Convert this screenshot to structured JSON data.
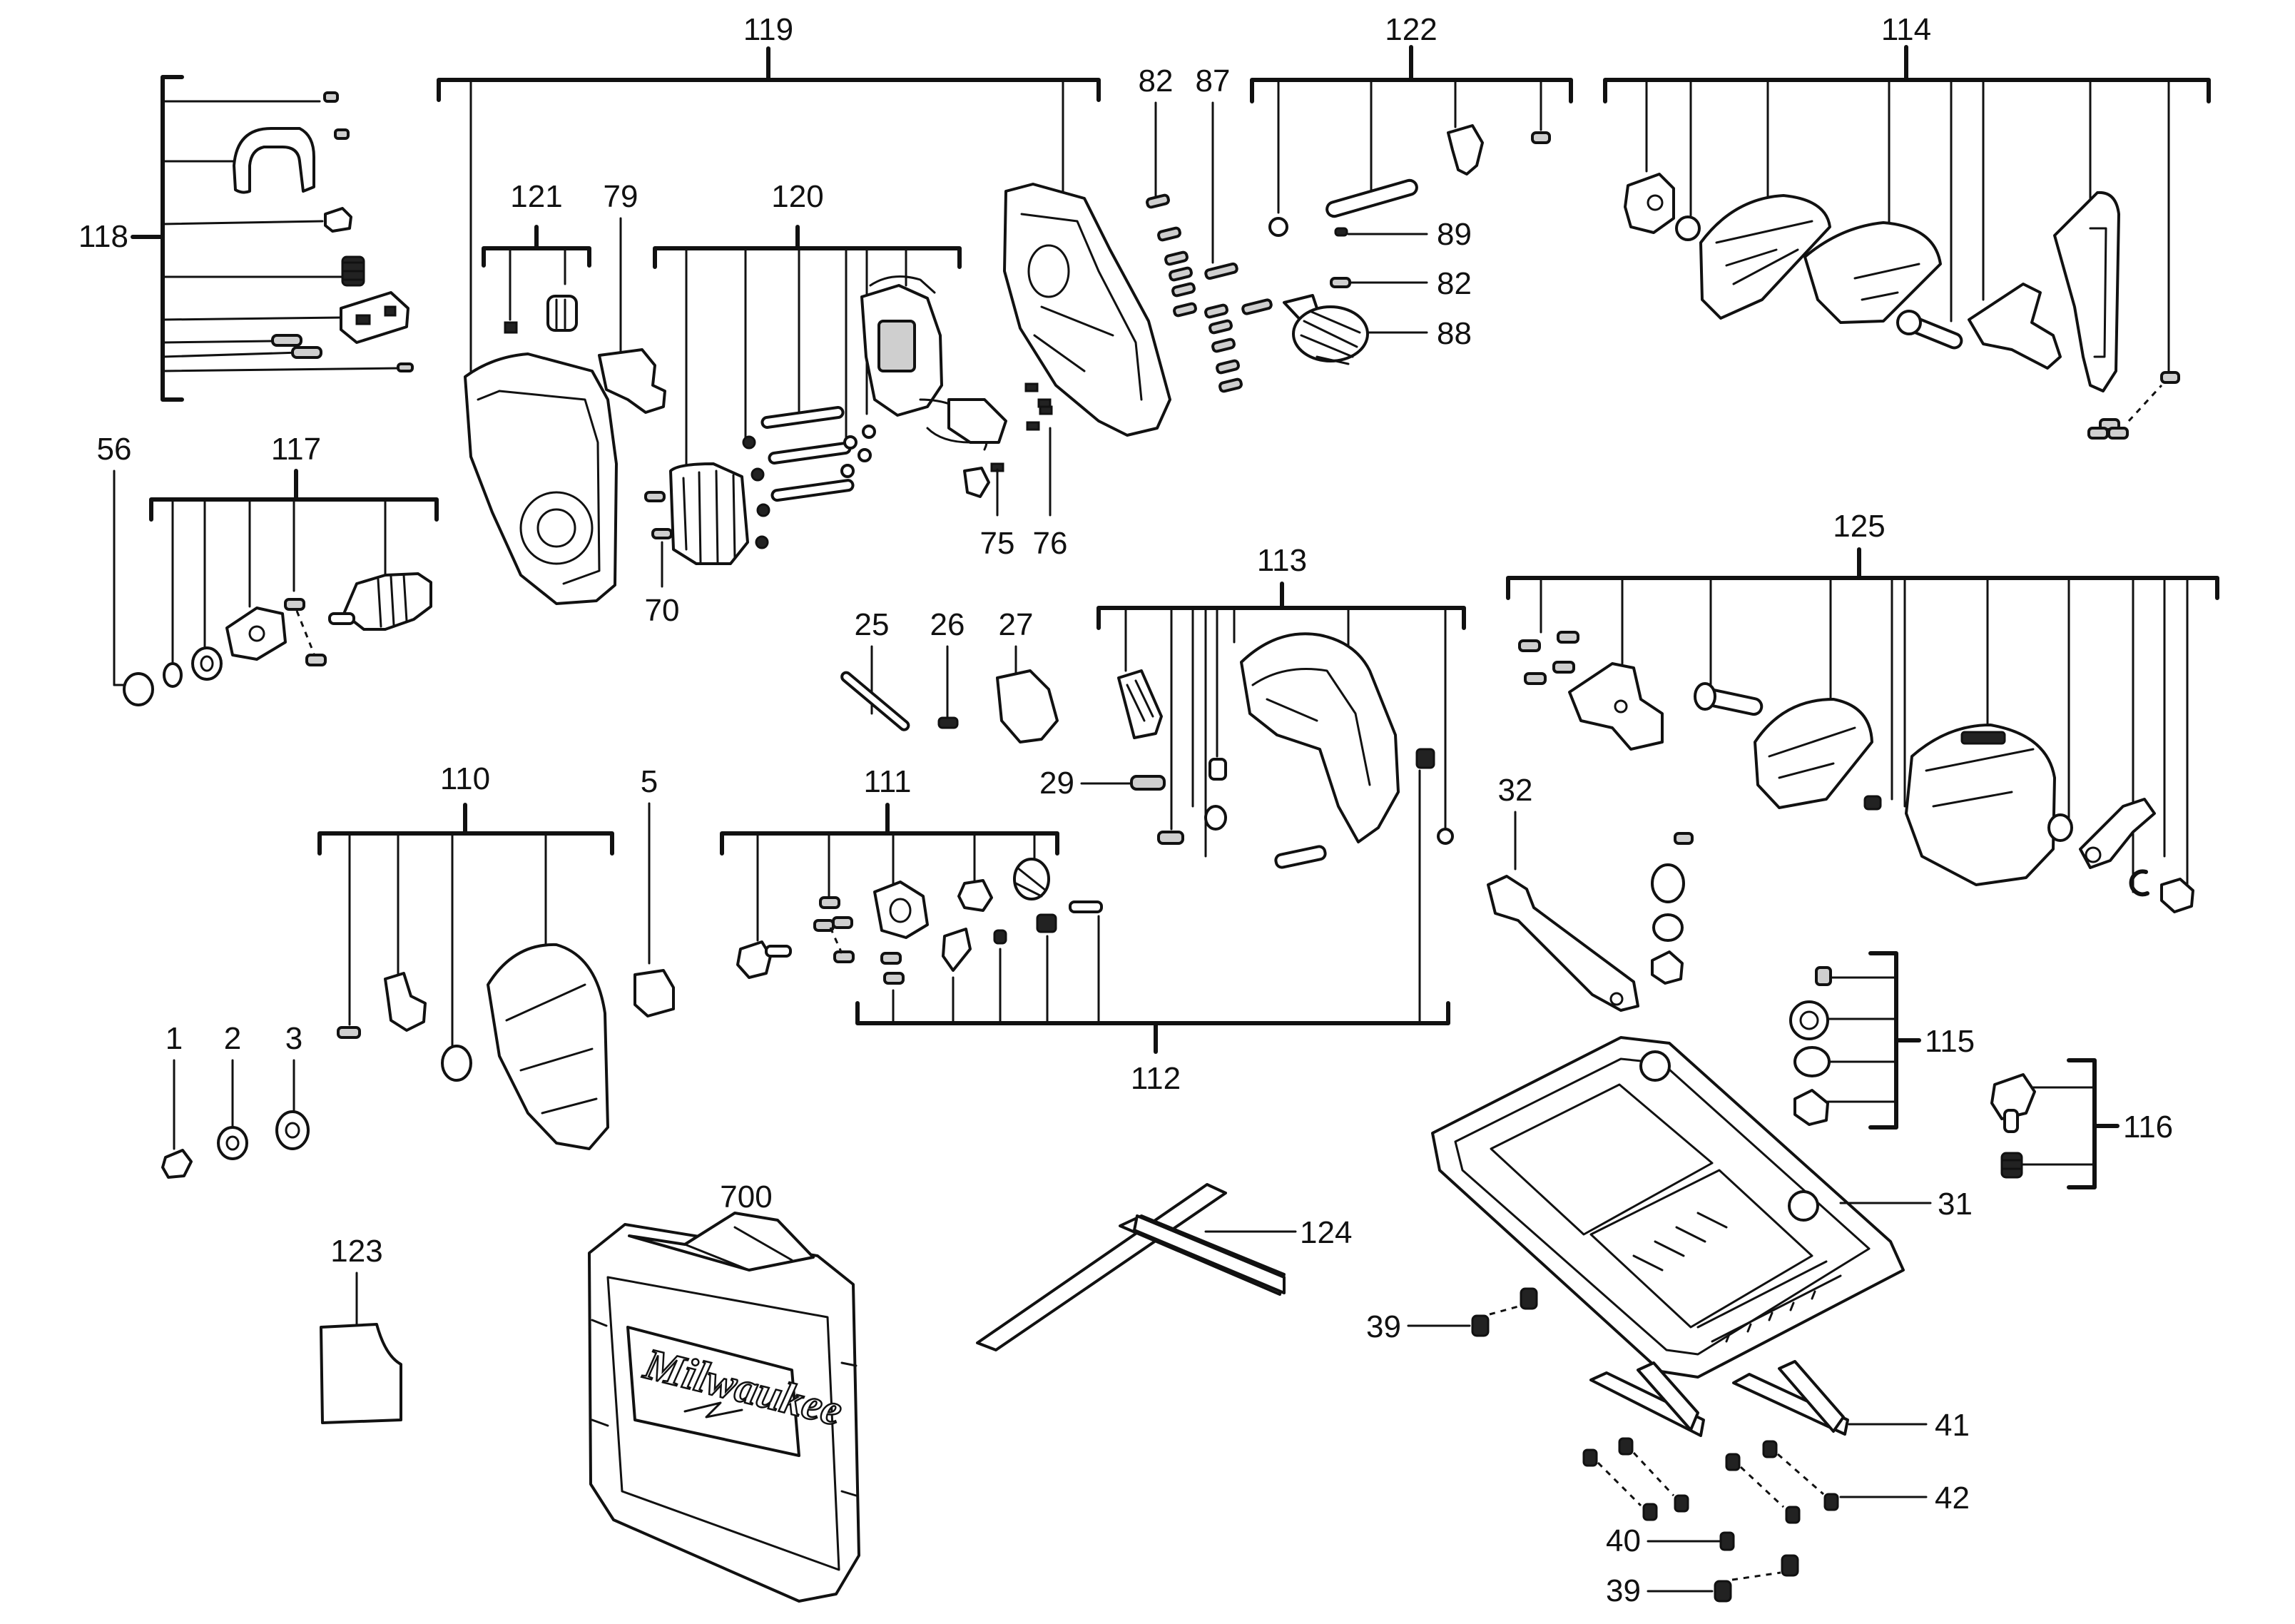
{
  "labels": {
    "l119": "119",
    "l122": "122",
    "l114": "114",
    "l118": "118",
    "l121": "121",
    "l79": "79",
    "l120": "120",
    "l82a": "82",
    "l87": "87",
    "l89": "89",
    "l82b": "82",
    "l88": "88",
    "l56": "56",
    "l117": "117",
    "l75": "75",
    "l76": "76",
    "l70": "70",
    "l113": "113",
    "l125": "125",
    "l25": "25",
    "l26": "26",
    "l27": "27",
    "l29": "29",
    "l110": "110",
    "l5": "5",
    "l111": "111",
    "l32": "32",
    "l115": "115",
    "l116": "116",
    "l112": "112",
    "l1": "1",
    "l2": "2",
    "l3": "3",
    "l31": "31",
    "l700": "700",
    "l124": "124",
    "l123": "123",
    "l39a": "39",
    "l41": "41",
    "l42": "42",
    "l40": "40",
    "l39b": "39"
  },
  "case_brand": "Milwaukee",
  "colors": {
    "ink": "#111111",
    "paper": "#ffffff",
    "shade": "#cfcfcf"
  }
}
